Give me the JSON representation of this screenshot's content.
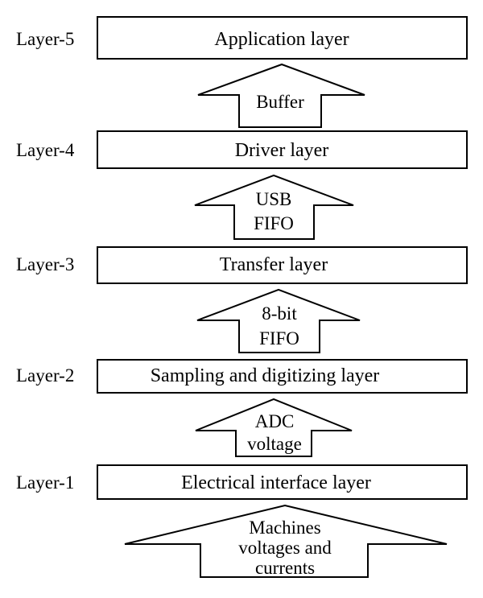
{
  "layers": [
    {
      "label": "Layer-5",
      "name": "Application layer"
    },
    {
      "label": "Layer-4",
      "name": "Driver layer"
    },
    {
      "label": "Layer-3",
      "name": "Transfer layer"
    },
    {
      "label": "Layer-2",
      "name": "Sampling and digitizing layer"
    },
    {
      "label": "Layer-1",
      "name": "Electrical interface layer"
    }
  ],
  "arrows": [
    {
      "lines": [
        "Buffer"
      ]
    },
    {
      "lines": [
        "USB",
        "FIFO"
      ]
    },
    {
      "lines": [
        "8-bit",
        "FIFO"
      ]
    },
    {
      "lines": [
        "ADC",
        "voltage"
      ]
    },
    {
      "lines": [
        "Machines",
        "voltages and",
        "currents"
      ]
    }
  ],
  "colors": {
    "stroke": "#000000",
    "fill": "#ffffff",
    "text": "#000000"
  }
}
